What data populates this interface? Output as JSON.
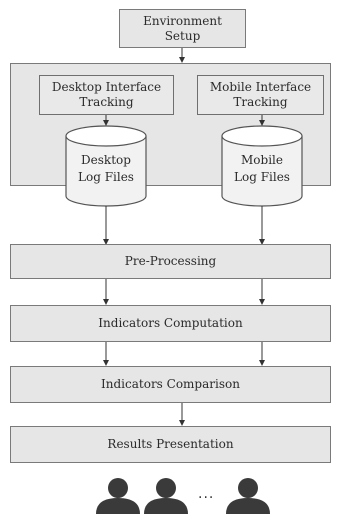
{
  "diagram": {
    "env_setup": "Environment\nSetup",
    "desktop_tracking": "Desktop Interface\nTracking",
    "mobile_tracking": "Mobile Interface\nTracking",
    "desktop_logs": "Desktop\nLog Files",
    "mobile_logs": "Mobile\nLog Files",
    "preprocessing": "Pre-Processing",
    "indicators_computation": "Indicators Computation",
    "indicators_comparison": "Indicators Comparison",
    "results_presentation": "Results Presentation",
    "users_ellipsis": "..."
  },
  "colors": {
    "box_fill": "#e6e6e6",
    "border": "#7a7a7a",
    "arrow": "#333333",
    "person": "#3a3a3a"
  },
  "icons": [
    "person-icon",
    "person-icon",
    "person-icon"
  ]
}
